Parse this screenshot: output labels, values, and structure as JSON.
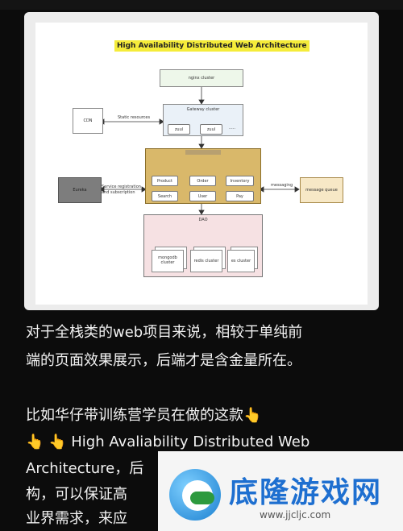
{
  "diagram": {
    "title": "High Availability Distributed Web Architecture",
    "nginx": "nginx cluster",
    "gateway": "Gateway cluster",
    "zuul1": "zuul",
    "zuul2": "zuul",
    "dots": ".....",
    "cdn": "CDN",
    "static": "Static resources",
    "services": [
      "Product",
      "Order",
      "Inventory",
      "Search",
      "User",
      "Pay"
    ],
    "eureka": "Eureka",
    "reg_line1": "Service registration",
    "reg_line2": "and subscription",
    "messaging": "messaging",
    "mq": "message queue",
    "dao": "DAO",
    "mongo1": "mongodb",
    "mongo2": "cluster",
    "redis": "redis cluster",
    "es": "es cluster"
  },
  "post": {
    "para1_line1": "对于全栈类的web项目来说，相较于单纯前",
    "para1_line2": "端的页面效果展示，后端才是含金量所在。",
    "para2_line1": "比如华仔带训练营学员在做的这款👆",
    "para2_line2": "👆 👆 High Avaliability Distributed Web",
    "para2_line3": "Architecture，后",
    "para2_line4": "构，可以保证高",
    "para2_line5": "业界需求，来应"
  },
  "watermark": {
    "title": "底隆游戏网",
    "url": "www.jjcljc.com"
  },
  "colors": {
    "title_highlight": "#f5ec3a",
    "nginx_fill": "#eef7ea",
    "gateway_fill": "#eaf1f8",
    "service_fill": "#d9b86a",
    "eureka_fill": "#7d7d7d",
    "mq_fill": "#f7e8c6",
    "dao_fill": "#f6e1e3",
    "background": "#0c0c0c"
  }
}
